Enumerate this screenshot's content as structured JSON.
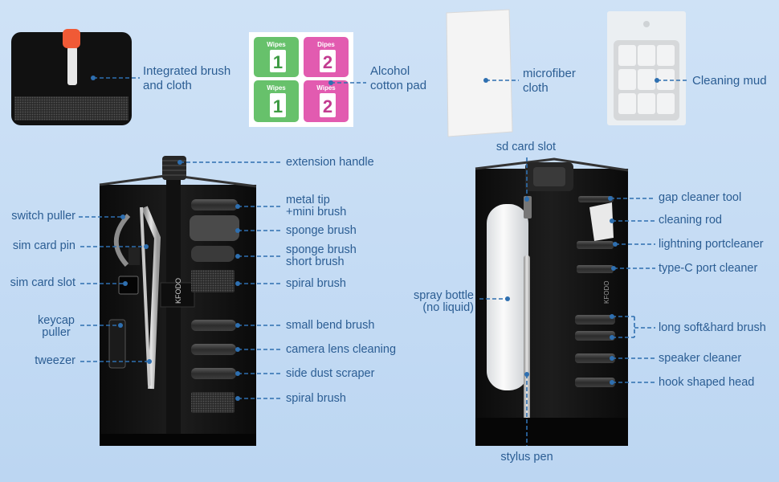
{
  "colors": {
    "background": "#c6ddf4",
    "label_text": "#2b5d93",
    "leader_line": "#2e6fb0",
    "device_body": "#151515",
    "accent_orange": "#f05a36"
  },
  "accessories": {
    "brush_cloth": {
      "lines": [
        "Integrated brush",
        "and cloth"
      ]
    },
    "alcohol_pad": {
      "lines": [
        "Alcohol",
        "cotton pad"
      ],
      "packets": [
        {
          "brand": "Wipes",
          "num": "1"
        },
        {
          "brand": "Dipes",
          "num": "2"
        },
        {
          "brand": "Wipes",
          "num": "1"
        },
        {
          "brand": "Wipes",
          "num": "2"
        }
      ]
    },
    "microfiber": {
      "lines": [
        "microfiber",
        "cloth"
      ]
    },
    "mud": {
      "lines": [
        "Cleaning mud"
      ]
    }
  },
  "left_kit": {
    "brand_text": "KFODO",
    "top_label": "extension handle",
    "left_labels": [
      {
        "lines": [
          "switch puller"
        ]
      },
      {
        "lines": [
          "sim card pin"
        ]
      },
      {
        "lines": [
          "sim card slot"
        ]
      },
      {
        "lines": [
          "keycap",
          "puller"
        ]
      },
      {
        "lines": [
          "tweezer"
        ]
      }
    ],
    "right_labels": [
      {
        "lines": [
          "metal tip",
          "+mini brush"
        ]
      },
      {
        "lines": [
          "sponge brush"
        ]
      },
      {
        "lines": [
          "sponge brush",
          "short brush"
        ]
      },
      {
        "lines": [
          "spiral brush"
        ]
      },
      {
        "lines": [
          "small bend brush"
        ]
      },
      {
        "lines": [
          "camera lens cleaning"
        ]
      },
      {
        "lines": [
          "side dust scraper"
        ]
      },
      {
        "lines": [
          "spiral brush"
        ]
      }
    ]
  },
  "right_kit": {
    "brand_text": "KFODO",
    "top_label": "sd card slot",
    "left_label": {
      "lines": [
        "spray bottle",
        "(no liquid)"
      ]
    },
    "bottom_label": "stylus pen",
    "right_labels": [
      {
        "lines": [
          "gap cleaner tool"
        ]
      },
      {
        "lines": [
          "cleaning rod"
        ]
      },
      {
        "lines": [
          "lightning portcleaner"
        ]
      },
      {
        "lines": [
          "type-C port cleaner"
        ]
      },
      {
        "lines": [
          "long soft&hard brush"
        ]
      },
      {
        "lines": [
          "speaker cleaner"
        ]
      },
      {
        "lines": [
          "hook shaped head"
        ]
      }
    ]
  }
}
